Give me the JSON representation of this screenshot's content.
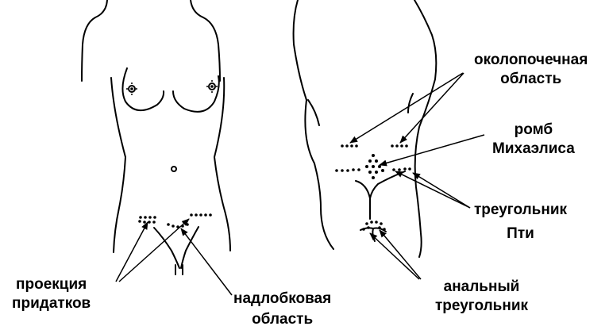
{
  "labels": {
    "umbilical": [
      "околопочечная",
      "область"
    ],
    "michaelis": [
      "ромб",
      "Михаэлиса"
    ],
    "pti": [
      "треугольник",
      "Пти"
    ],
    "anal": [
      "анальный",
      "треугольник"
    ],
    "adnexa": [
      "проекция",
      "придатков"
    ],
    "suprapubic": [
      "надлобковая",
      "область"
    ]
  },
  "colors": {
    "ink": "#000000",
    "background": "#ffffff"
  }
}
